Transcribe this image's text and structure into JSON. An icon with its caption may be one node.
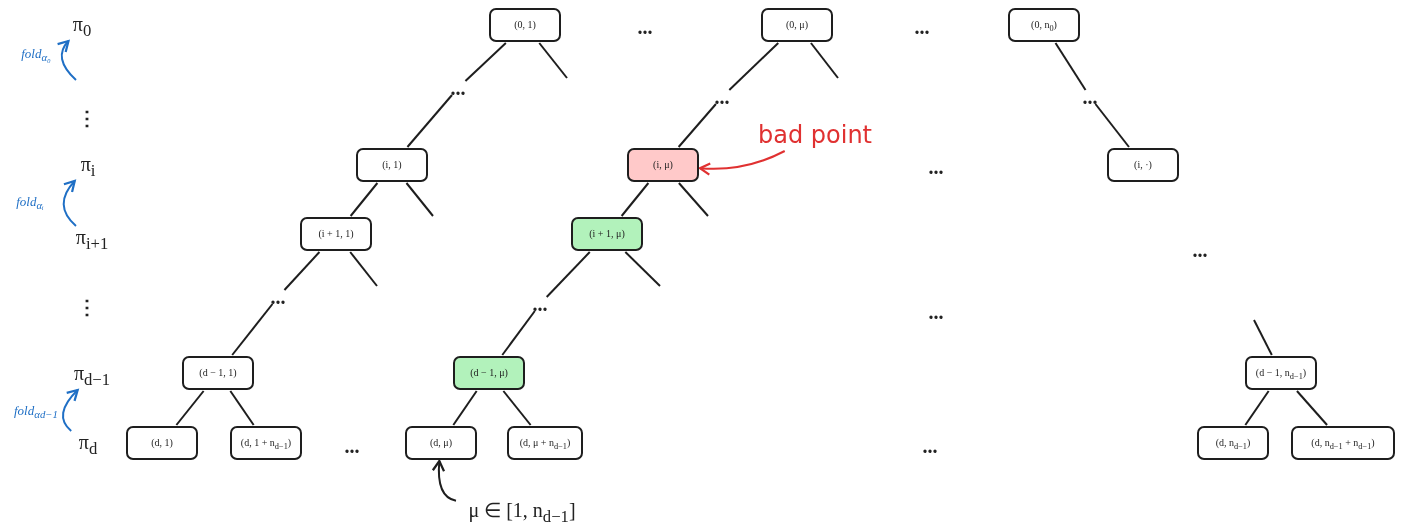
{
  "diagram": {
    "nodes": [
      {
        "text": [
          "π$_{0}$"
        ]
      },
      {
        "text": [
          "(0, 1)"
        ]
      },
      {
        "text": [
          "(0, μ)"
        ]
      },
      {
        "text": [
          "(0, n$_{0}$)"
        ]
      },
      {
        "text": [
          "..."
        ]
      },
      {
        "text": [
          "..."
        ]
      },
      {
        "text": [
          "..."
        ]
      },
      {
        "text": [
          "π$_{i}$"
        ]
      },
      {
        "text": [
          "(i, 1)"
        ]
      },
      {
        "text": [
          "(i, μ)"
        ]
      },
      {
        "text": [
          "bad point"
        ]
      },
      {
        "text": [
          "(i, ·)"
        ]
      },
      {
        "text": [
          "π$_{i+1}$"
        ]
      },
      {
        "text": [
          "(i + 1, 1)"
        ]
      },
      {
        "text": [
          "(i + 1, μ)"
        ]
      },
      {
        "text": [
          "..."
        ]
      },
      {
        "text": [
          "..."
        ]
      },
      {
        "text": [
          "π$_{d−1}$"
        ]
      },
      {
        "text": [
          "(d − 1, 1)"
        ]
      },
      {
        "text": [
          "(d − 1, μ)"
        ]
      },
      {
        "text": [
          "(d − 1, n$_{d−1}$)"
        ]
      },
      {
        "text": [
          "π$_{d}$"
        ]
      },
      {
        "text": [
          "(d, 1)"
        ]
      },
      {
        "text": [
          "(d, 1 + n$_{d−1}$)"
        ]
      },
      {
        "text": [
          "(d, μ)"
        ]
      },
      {
        "text": [
          "(d, μ + n$_{d−1}$)"
        ]
      },
      {
        "text": [
          "(d, n$_{d−1}$)"
        ]
      },
      {
        "text": [
          "(d, n$_{d−1}$ + n$_{d−1}$)"
        ]
      },
      {
        "text": [
          "μ ∈ [1, n$_{d−1}$]"
        ]
      }
    ],
    "edges": [
      {
        "from": null,
        "to": 0,
        "arrow": "to",
        "label": "fold$_{α₀}$",
        "color": "#1f6fc5"
      },
      {
        "from": 1,
        "to": 4,
        "arrow": "none"
      },
      {
        "from": 1,
        "to": null,
        "arrow": "none"
      },
      {
        "from": 2,
        "to": 5,
        "arrow": "none"
      },
      {
        "from": 2,
        "to": null,
        "arrow": "none"
      },
      {
        "from": 3,
        "to": 6,
        "arrow": "none"
      },
      {
        "from": 4,
        "to": 8,
        "arrow": "none"
      },
      {
        "from": 5,
        "to": 9,
        "arrow": "none"
      },
      {
        "from": 6,
        "to": 11,
        "arrow": "none"
      },
      {
        "from": 10,
        "to": 9,
        "arrow": "to",
        "color": "#e03131"
      },
      {
        "from": 12,
        "to": 7,
        "arrow": "to",
        "label": "fold$_{αᵢ}$",
        "color": "#1f6fc5"
      },
      {
        "from": 8,
        "to": 13,
        "arrow": "none"
      },
      {
        "from": 8,
        "to": null,
        "arrow": "none"
      },
      {
        "from": 9,
        "to": 14,
        "arrow": "none"
      },
      {
        "from": 9,
        "to": null,
        "arrow": "none"
      },
      {
        "from": 13,
        "to": 15,
        "arrow": "none"
      },
      {
        "from": 13,
        "to": null,
        "arrow": "none"
      },
      {
        "from": 14,
        "to": 16,
        "arrow": "none"
      },
      {
        "from": 14,
        "to": null,
        "arrow": "none"
      },
      {
        "from": 15,
        "to": 18,
        "arrow": "none"
      },
      {
        "from": 16,
        "to": 19,
        "arrow": "none"
      },
      {
        "from": null,
        "to": 20,
        "arrow": "none"
      },
      {
        "from": 21,
        "to": 17,
        "arrow": "to",
        "label": "fold$_{αd−1}$",
        "color": "#1f6fc5"
      },
      {
        "from": 18,
        "to": 22,
        "arrow": "none"
      },
      {
        "from": 18,
        "to": 23,
        "arrow": "none"
      },
      {
        "from": 19,
        "to": 24,
        "arrow": "none"
      },
      {
        "from": 19,
        "to": 25,
        "arrow": "none"
      },
      {
        "from": 20,
        "to": 26,
        "arrow": "none"
      },
      {
        "from": 20,
        "to": 27,
        "arrow": "none"
      },
      {
        "from": 28,
        "to": 24,
        "arrow": "to"
      }
    ],
    "labels": [
      "...",
      "...",
      "⋮",
      "...",
      "...",
      "⋮",
      "...",
      "...",
      "..."
    ]
  }
}
